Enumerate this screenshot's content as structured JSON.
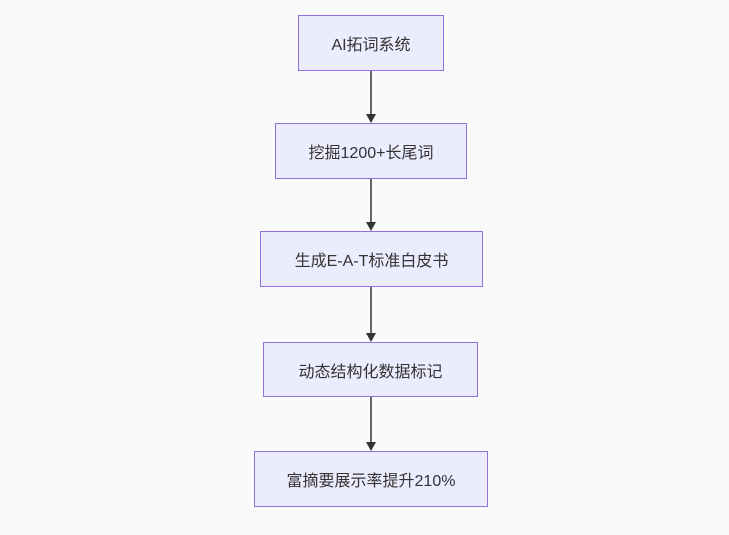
{
  "diagram": {
    "type": "flowchart",
    "direction": "top-down",
    "nodes": [
      {
        "id": "n1",
        "label": "AI拓词系统"
      },
      {
        "id": "n2",
        "label": "挖掘1200+长尾词"
      },
      {
        "id": "n3",
        "label": "生成E-A-T标准白皮书"
      },
      {
        "id": "n4",
        "label": "动态结构化数据标记"
      },
      {
        "id": "n5",
        "label": "富摘要展示率提升210%"
      }
    ],
    "edges": [
      {
        "from": "n1",
        "to": "n2"
      },
      {
        "from": "n2",
        "to": "n3"
      },
      {
        "from": "n3",
        "to": "n4"
      },
      {
        "from": "n4",
        "to": "n5"
      }
    ],
    "colors": {
      "node_fill": "#ECECFF",
      "node_border": "#9370DB",
      "edge_line": "#666666",
      "arrowhead": "#333333",
      "text": "#333333",
      "background": "#fafafa"
    }
  }
}
